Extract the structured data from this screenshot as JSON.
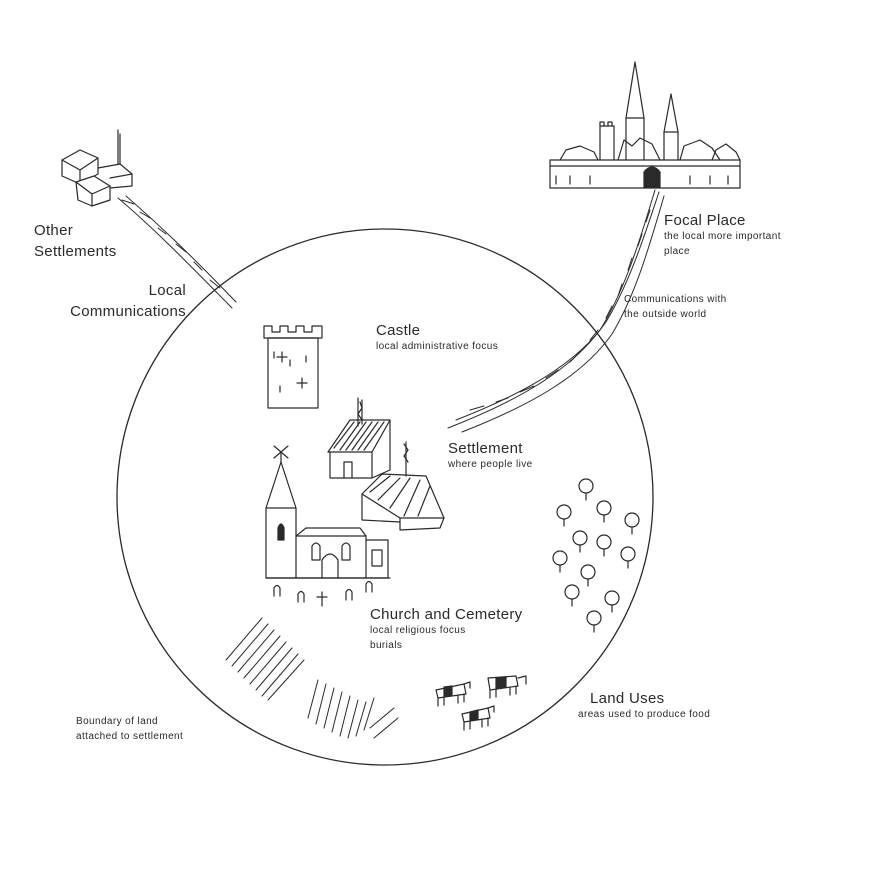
{
  "labels": {
    "other_settlements": [
      "Other",
      "Settlements"
    ],
    "local_communications": [
      "Local",
      "Communications"
    ],
    "focal_place": {
      "title": "Focal Place",
      "desc": [
        "the local more important",
        "place"
      ]
    },
    "communications_outside": [
      "Communications with",
      "the outside world"
    ],
    "castle": {
      "title": "Castle",
      "desc": "local administrative focus"
    },
    "settlement": {
      "title": "Settlement",
      "desc": "where people live"
    },
    "church": {
      "title": "Church and Cemetery",
      "desc": [
        "local religious focus",
        "burials"
      ]
    },
    "land_uses": {
      "title": "Land Uses",
      "desc": "areas used to produce food"
    },
    "boundary": [
      "Boundary of land",
      "attached to settlement"
    ]
  },
  "colors": {
    "ink": "#2a2a2a",
    "paper": "#ffffff"
  }
}
